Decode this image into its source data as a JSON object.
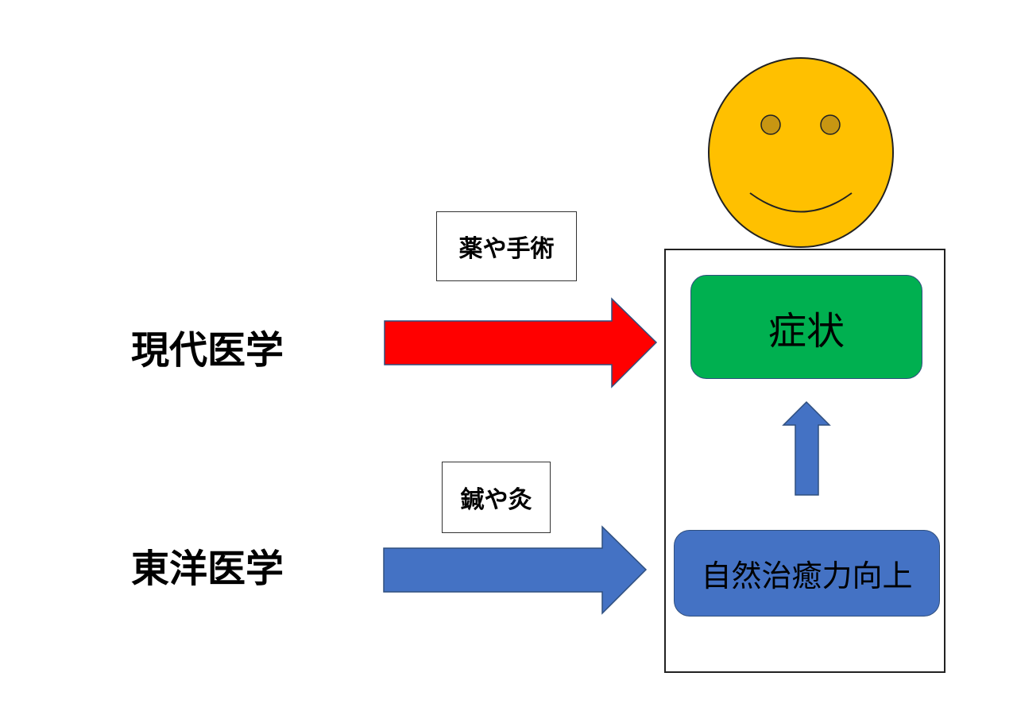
{
  "left_labels": {
    "modern": "現代医学",
    "eastern": "東洋医学"
  },
  "method_labels": {
    "modern": "薬や手術",
    "eastern": "鍼や灸"
  },
  "patient": {
    "symptom": "症状",
    "natural_healing": "自然治癒力向上"
  },
  "colors": {
    "modern_arrow": "#ff0000",
    "eastern_arrow": "#4472c4",
    "up_arrow": "#4472c4",
    "symptom_box": "#00b050",
    "healing_box": "#4472c4",
    "face": "#ffc000",
    "face_eyes": "#c89612"
  },
  "icons": {
    "face": "smiley-face-icon"
  }
}
